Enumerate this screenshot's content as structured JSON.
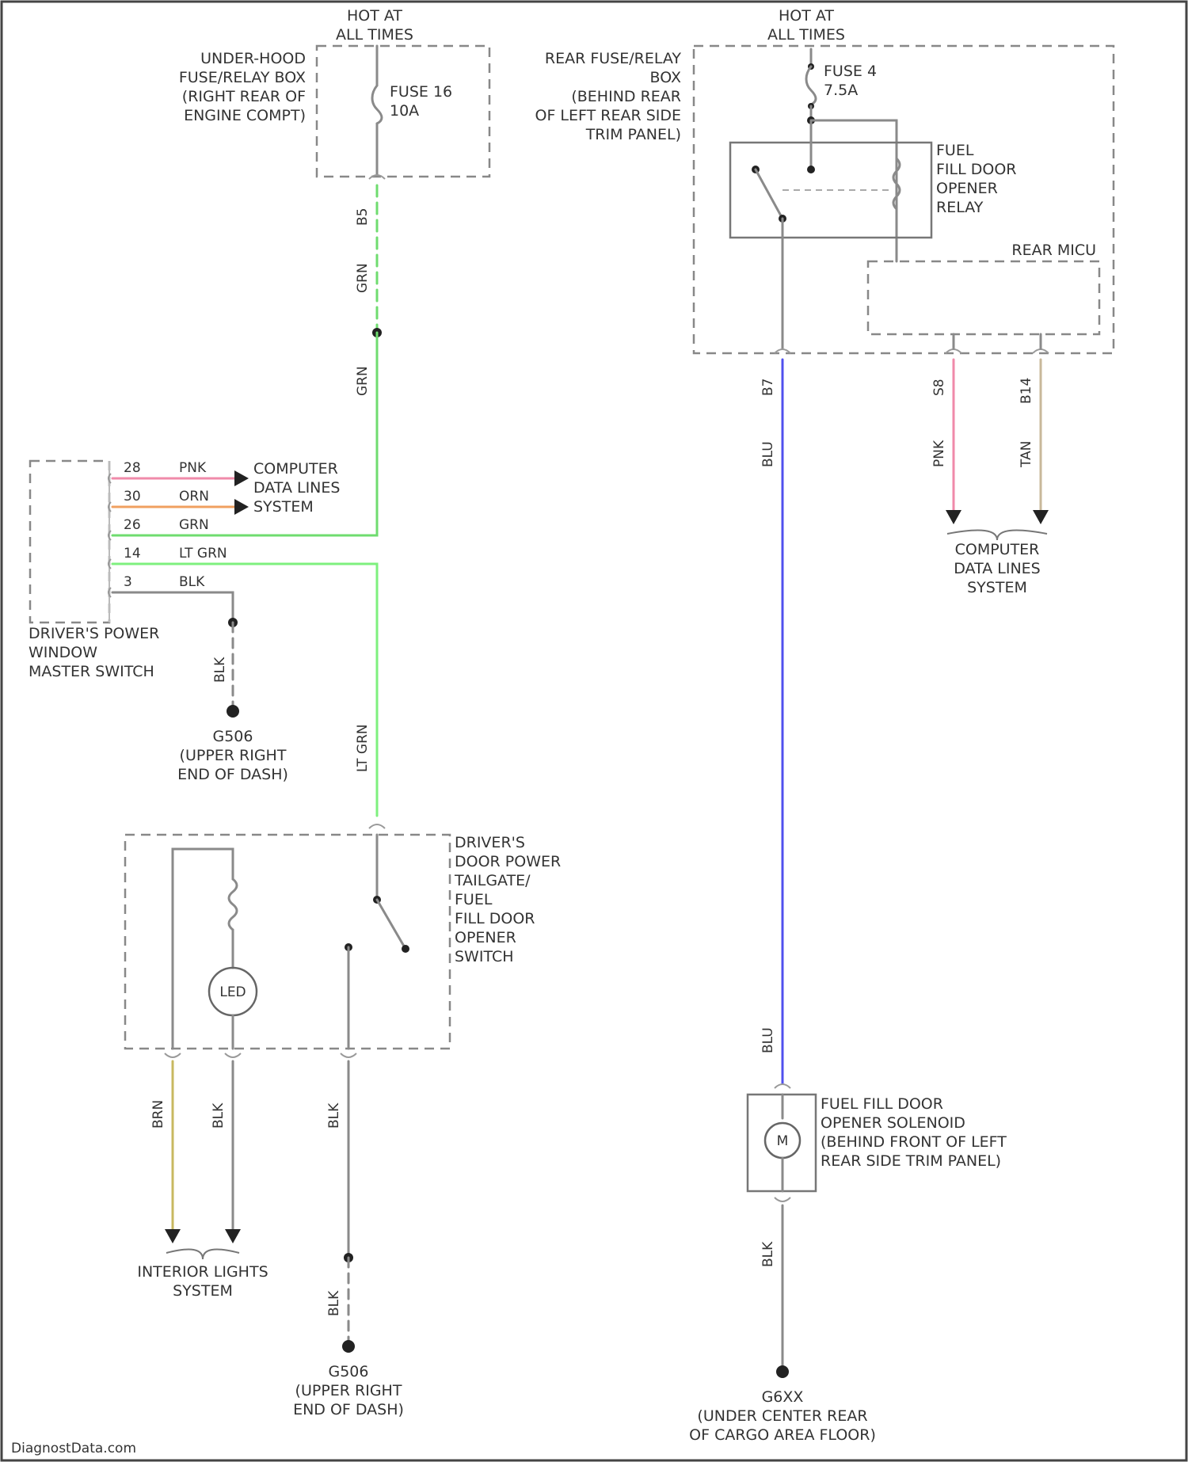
{
  "colors": {
    "grn": "#6fdc6f",
    "lt_grn": "#7ef07e",
    "blu": "#5050ee",
    "pnk": "#f08aaa",
    "orn": "#f0a060",
    "tan": "#c8b89a",
    "brn": "#c8b860",
    "blk": "#8a8a8a",
    "box": "#888888"
  },
  "power_left": {
    "line1": "HOT AT",
    "line2": "ALL TIMES"
  },
  "power_right": {
    "line1": "HOT AT",
    "line2": "ALL TIMES"
  },
  "underhood_box": [
    "UNDER-HOOD",
    "FUSE/RELAY BOX",
    "(RIGHT REAR OF",
    "ENGINE COMPT)"
  ],
  "fuse16": {
    "name": "FUSE 16",
    "rating": "10A"
  },
  "rear_box": [
    "REAR FUSE/RELAY",
    "BOX",
    "(BEHIND REAR",
    "OF LEFT REAR SIDE",
    "TRIM PANEL)"
  ],
  "fuse4": {
    "name": "FUSE 4",
    "rating": "7.5A"
  },
  "relay": [
    "FUEL",
    "FILL DOOR",
    "OPENER",
    "RELAY"
  ],
  "rear_micu": "REAR MICU",
  "master_switch": [
    "DRIVER'S POWER",
    "WINDOW",
    "MASTER SWITCH"
  ],
  "door_switch": [
    "DRIVER'S",
    "DOOR POWER",
    "TAILGATE/",
    "FUEL",
    "FILL DOOR",
    "OPENER",
    "SWITCH"
  ],
  "solenoid": [
    "FUEL FILL DOOR",
    "OPENER SOLENOID",
    "(BEHIND FRONT OF LEFT",
    "REAR SIDE TRIM PANEL)"
  ],
  "motor_symbol": "M",
  "led_symbol": "LED",
  "cdl_left": [
    "COMPUTER",
    "DATA LINES",
    "SYSTEM"
  ],
  "cdl_right": [
    "COMPUTER",
    "DATA LINES",
    "SYSTEM"
  ],
  "interior_lights": [
    "INTERIOR LIGHTS",
    "SYSTEM"
  ],
  "g506_top": {
    "id": "G506",
    "loc": [
      "(UPPER RIGHT",
      "END OF DASH)"
    ]
  },
  "g506_bottom": {
    "id": "G506",
    "loc": [
      "(UPPER RIGHT",
      "END OF DASH)"
    ]
  },
  "g6xx": {
    "id": "G6XX",
    "loc": [
      "(UNDER CENTER REAR",
      "OF CARGO AREA FLOOR)"
    ]
  },
  "master_pins": [
    {
      "pin": "28",
      "color": "PNK"
    },
    {
      "pin": "30",
      "color": "ORN"
    },
    {
      "pin": "26",
      "color": "GRN"
    },
    {
      "pin": "14",
      "color": "LT GRN"
    },
    {
      "pin": "3",
      "color": "BLK"
    }
  ],
  "wire_labels": {
    "grn_top_pin": "B5",
    "grn_upper": "GRN",
    "grn_mid": "GRN",
    "lt_grn_vertical": "LT GRN",
    "blk_master_ground": "BLK",
    "blu_pin": "B7",
    "blu_upper": "BLU",
    "blu_lower": "BLU",
    "pnk_pin": "S8",
    "pnk_color": "PNK",
    "tan_pin": "B14",
    "tan_color": "TAN",
    "brn_switch": "BRN",
    "blk_switch_led": "BLK",
    "blk_switch_gnd": "BLK",
    "blk_switch_gnd_lower": "BLK",
    "blk_solenoid": "BLK"
  },
  "watermark": "DiagnostData.com"
}
